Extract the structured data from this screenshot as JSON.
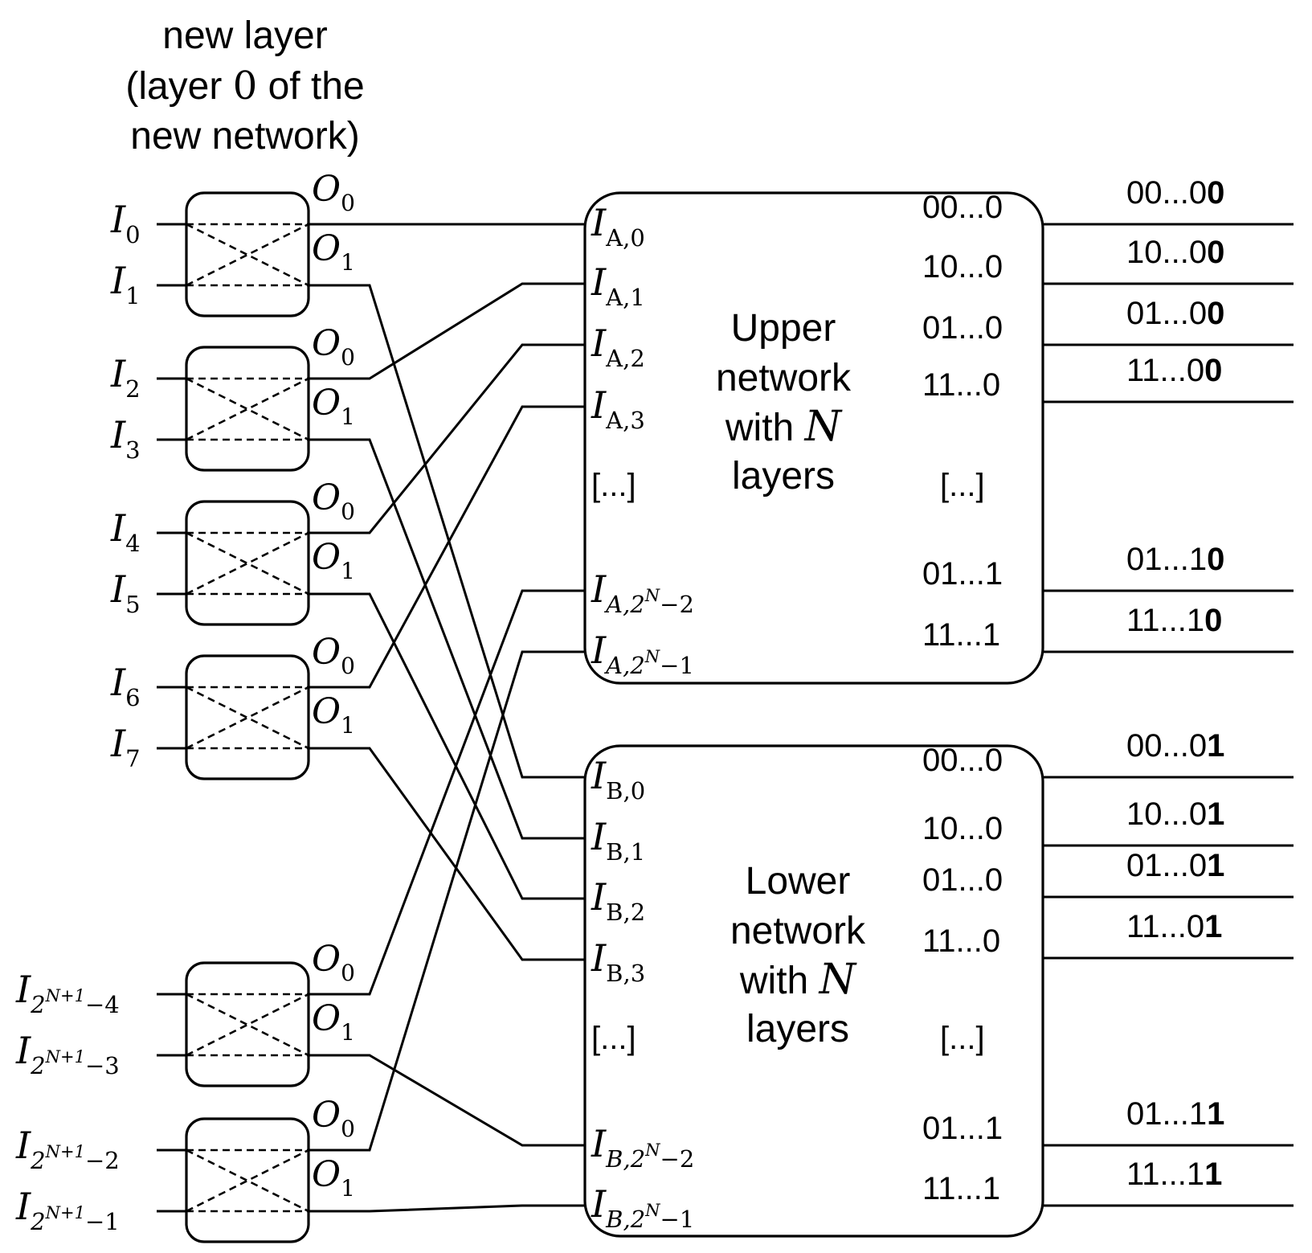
{
  "title": {
    "line1": "new layer",
    "line2_pre": "(layer ",
    "line2_num": "0",
    "line2_post": " of the",
    "line3": "new network)"
  },
  "switch_outputs": {
    "o0": "O",
    "o0_sub": "0",
    "o1": "O",
    "o1_sub": "1"
  },
  "inputs": [
    {
      "base": "I",
      "sub": "0"
    },
    {
      "base": "I",
      "sub": "1"
    },
    {
      "base": "I",
      "sub": "2"
    },
    {
      "base": "I",
      "sub": "3"
    },
    {
      "base": "I",
      "sub": "4"
    },
    {
      "base": "I",
      "sub": "5"
    },
    {
      "base": "I",
      "sub": "6"
    },
    {
      "base": "I",
      "sub": "7"
    },
    {
      "base": "I",
      "sub": "2",
      "sup": "N+1",
      "tail": "−4"
    },
    {
      "base": "I",
      "sub": "2",
      "sup": "N+1",
      "tail": "−3"
    },
    {
      "base": "I",
      "sub": "2",
      "sup": "N+1",
      "tail": "−2"
    },
    {
      "base": "I",
      "sub": "2",
      "sup": "N+1",
      "tail": "−1"
    }
  ],
  "upper": {
    "title_l1": "Upper",
    "title_l2": "network",
    "title_l3_pre": "with ",
    "title_l3_var": "N",
    "title_l4": "layers",
    "port_labels": [
      {
        "base": "I",
        "sub": "A,0"
      },
      {
        "base": "I",
        "sub": "A,1"
      },
      {
        "base": "I",
        "sub": "A,2"
      },
      {
        "base": "I",
        "sub": "A,3"
      },
      {
        "base": "I",
        "sub": "A,2",
        "sup": "N",
        "tail": "−2"
      },
      {
        "base": "I",
        "sub": "A,2",
        "sup": "N",
        "tail": "−1"
      }
    ],
    "ellipsis_in": "[...]",
    "ellipsis_out": "[...]",
    "internal_outputs": [
      "00...0",
      "10...0",
      "01...0",
      "11...0",
      "01...1",
      "11...1"
    ],
    "outputs": [
      {
        "prefix": "00...0",
        "bold": "0"
      },
      {
        "prefix": "10...0",
        "bold": "0"
      },
      {
        "prefix": "01...0",
        "bold": "0"
      },
      {
        "prefix": "11...0",
        "bold": "0"
      },
      {
        "prefix": "01...1",
        "bold": "0"
      },
      {
        "prefix": "11...1",
        "bold": "0"
      }
    ]
  },
  "lower": {
    "title_l1": "Lower",
    "title_l2": "network",
    "title_l3_pre": "with ",
    "title_l3_var": "N",
    "title_l4": "layers",
    "port_labels": [
      {
        "base": "I",
        "sub": "B,0"
      },
      {
        "base": "I",
        "sub": "B,1"
      },
      {
        "base": "I",
        "sub": "B,2"
      },
      {
        "base": "I",
        "sub": "B,3"
      },
      {
        "base": "I",
        "sub": "B,2",
        "sup": "N",
        "tail": "−2"
      },
      {
        "base": "I",
        "sub": "B,2",
        "sup": "N",
        "tail": "−1"
      }
    ],
    "ellipsis_in": "[...]",
    "ellipsis_out": "[...]",
    "internal_outputs": [
      "00...0",
      "10...0",
      "01...0",
      "11...0",
      "01...1",
      "11...1"
    ],
    "outputs": [
      {
        "prefix": "00...0",
        "bold": "1"
      },
      {
        "prefix": "10...0",
        "bold": "1"
      },
      {
        "prefix": "01...0",
        "bold": "1"
      },
      {
        "prefix": "11...0",
        "bold": "1"
      },
      {
        "prefix": "01...1",
        "bold": "1"
      },
      {
        "prefix": "11...1",
        "bold": "1"
      }
    ]
  }
}
